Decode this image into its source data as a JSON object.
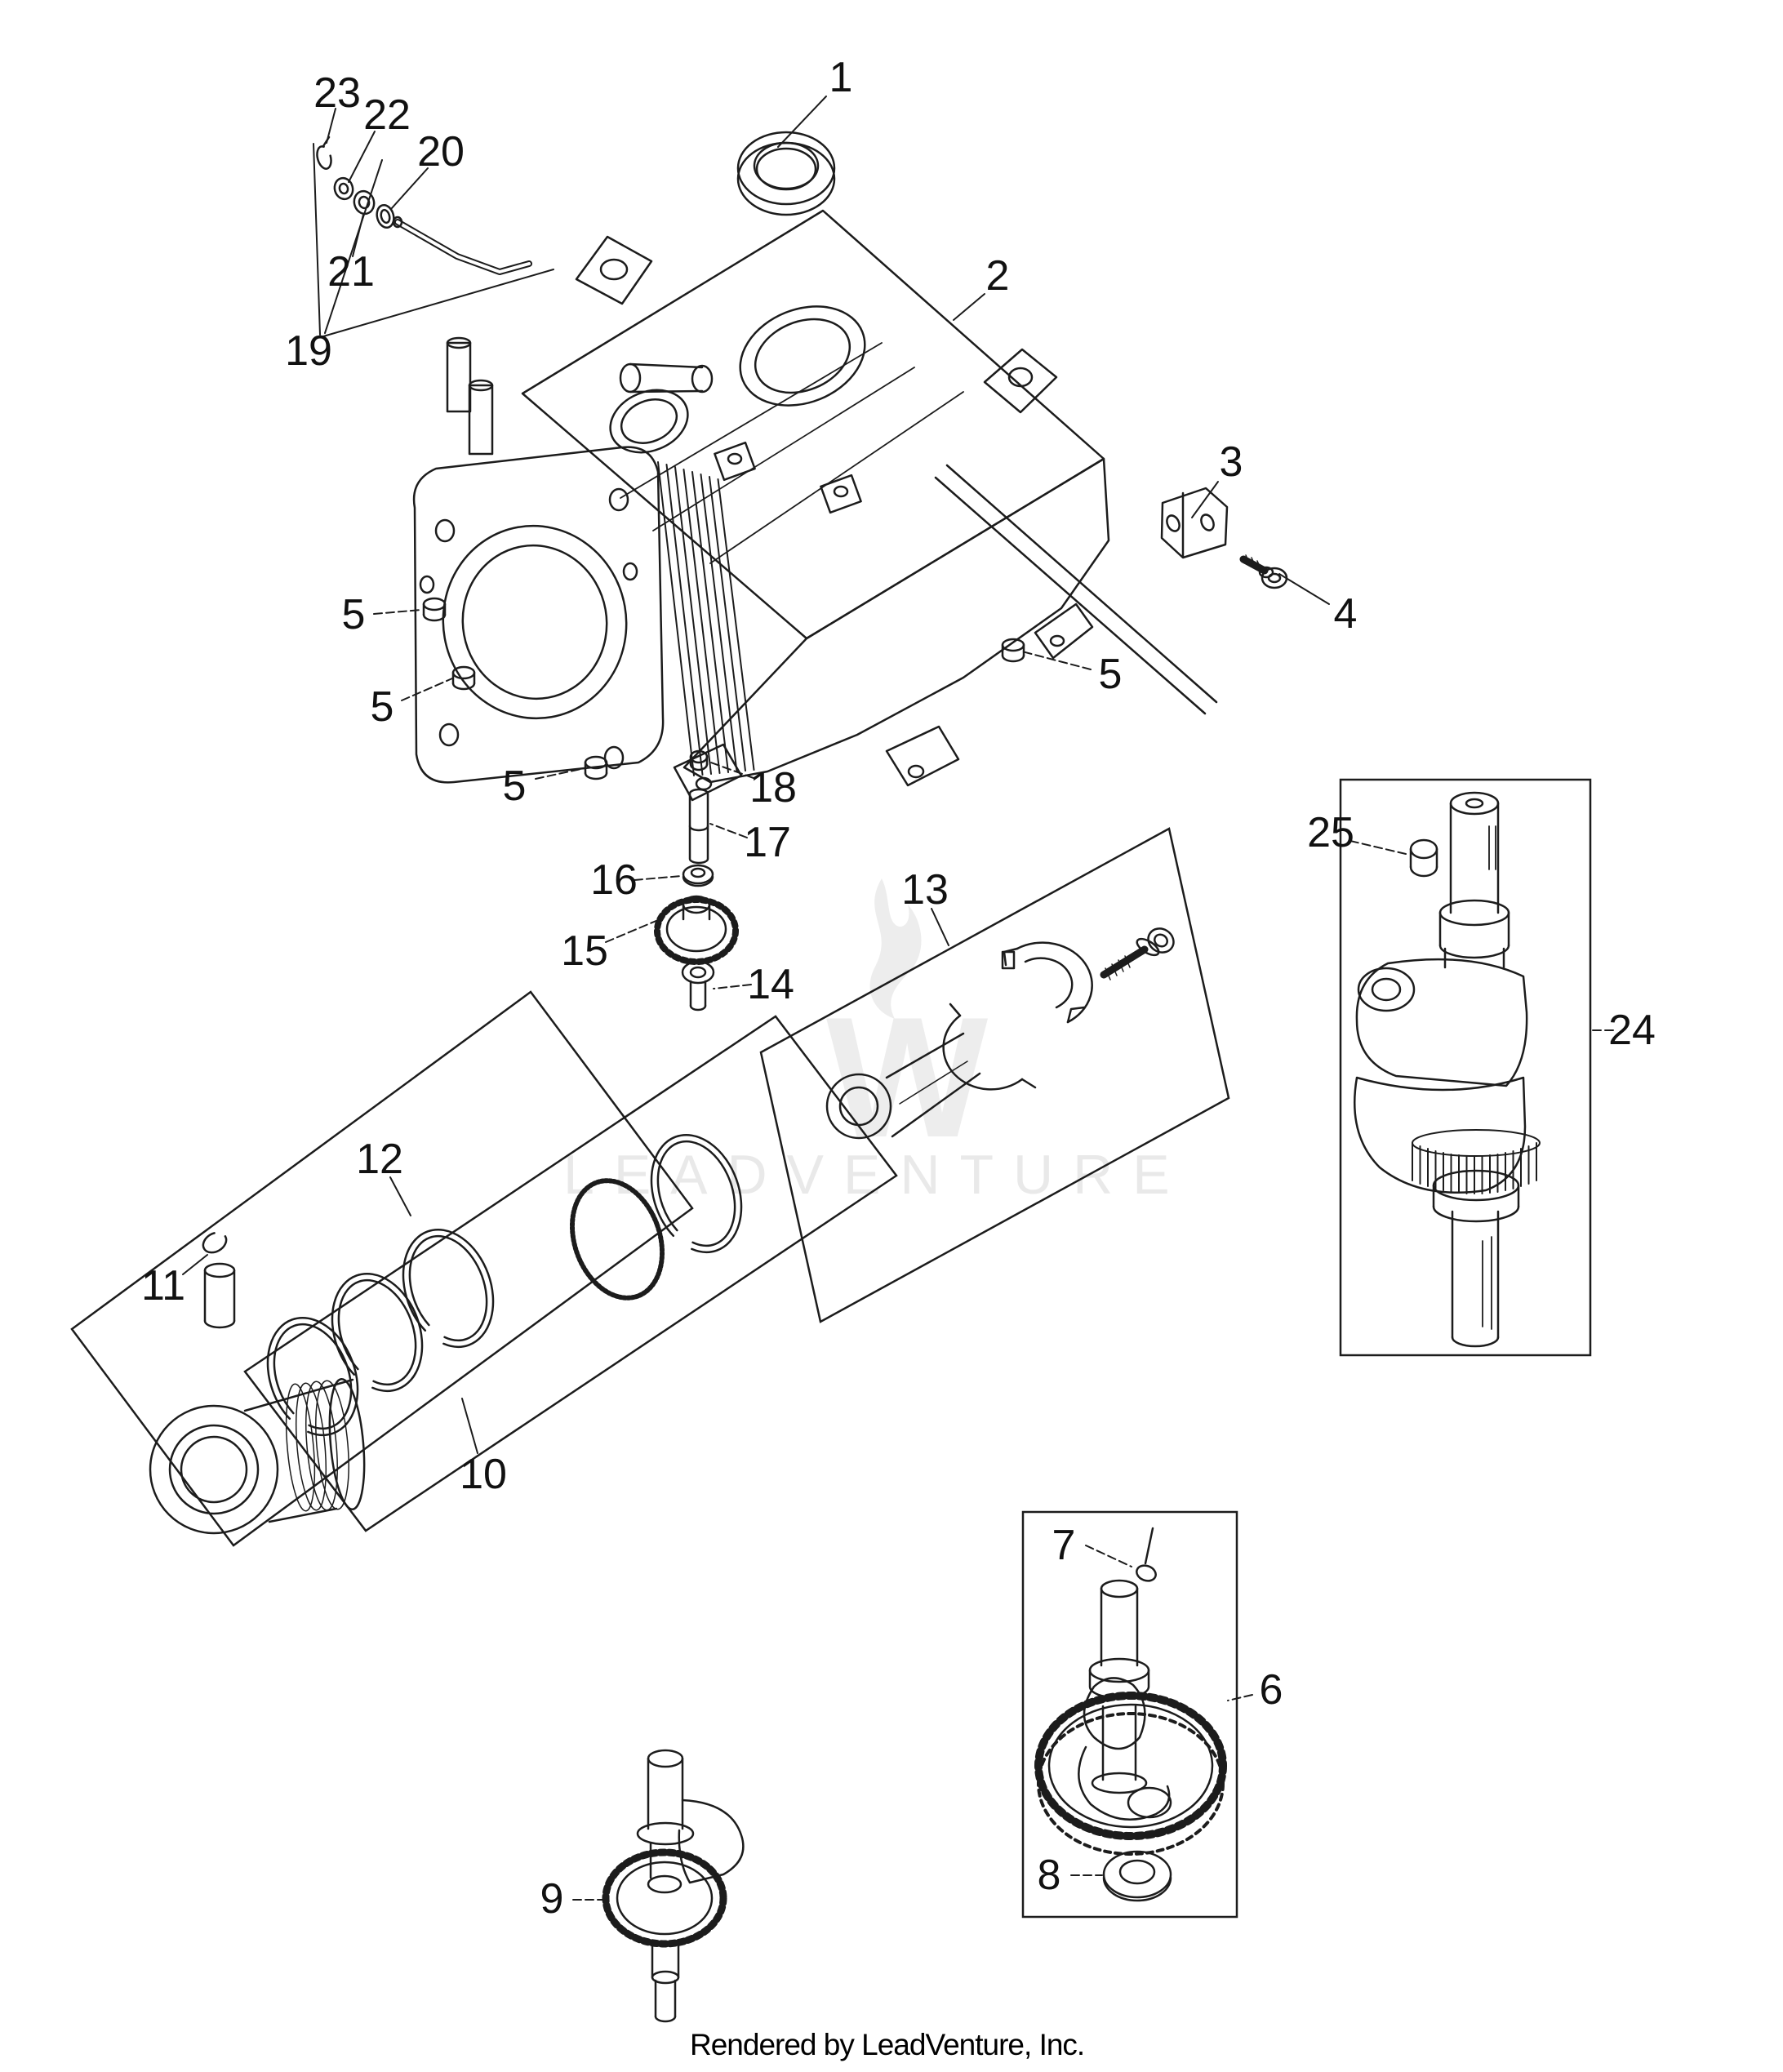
{
  "page": {
    "background": "#ffffff",
    "footer_text": "Rendered by LeadVenture, Inc."
  },
  "watermark": {
    "text": "LEADVENTURE",
    "logo_letter": "W",
    "color": "#e9e9e9"
  },
  "diagram": {
    "kind": "exploded-parts-diagram",
    "line_color": "#1c1c1c",
    "callouts": [
      {
        "ref": "1"
      },
      {
        "ref": "2"
      },
      {
        "ref": "3"
      },
      {
        "ref": "4"
      },
      {
        "ref": "5"
      },
      {
        "ref": "5"
      },
      {
        "ref": "5"
      },
      {
        "ref": "5"
      },
      {
        "ref": "6"
      },
      {
        "ref": "7"
      },
      {
        "ref": "8"
      },
      {
        "ref": "9"
      },
      {
        "ref": "10"
      },
      {
        "ref": "11"
      },
      {
        "ref": "12"
      },
      {
        "ref": "13"
      },
      {
        "ref": "14"
      },
      {
        "ref": "15"
      },
      {
        "ref": "16"
      },
      {
        "ref": "17"
      },
      {
        "ref": "18"
      },
      {
        "ref": "19"
      },
      {
        "ref": "20"
      },
      {
        "ref": "21"
      },
      {
        "ref": "22"
      },
      {
        "ref": "23"
      },
      {
        "ref": "24"
      },
      {
        "ref": "25"
      }
    ]
  }
}
